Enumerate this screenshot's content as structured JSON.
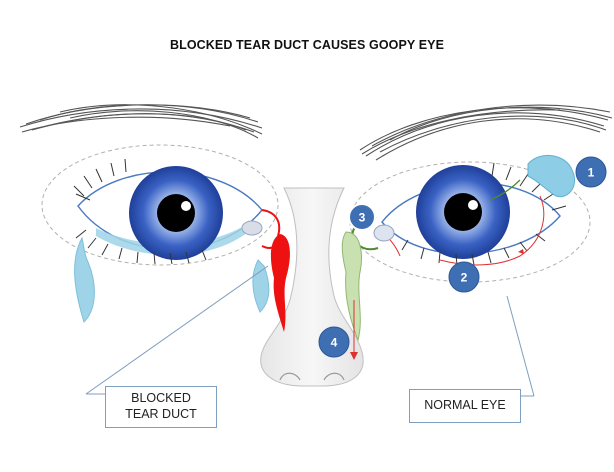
{
  "title": "BLOCKED TEAR DUCT CAUSES GOOPY EYE",
  "labels": {
    "blocked": "BLOCKED TEAR DUCT",
    "normal": "NORMAL EYE"
  },
  "markers": [
    "1",
    "2",
    "3",
    "4"
  ],
  "colors": {
    "iris": "#3a62c4",
    "iris_outer": "#1f3f99",
    "pupil": "#000000",
    "blocked_duct": "#ee1111",
    "normal_duct": "#c9e0b0",
    "marker": "#3f6fb3",
    "tear": "#9fd3e8",
    "goop": "#e8d6a8",
    "gland": "#8ecde6"
  }
}
